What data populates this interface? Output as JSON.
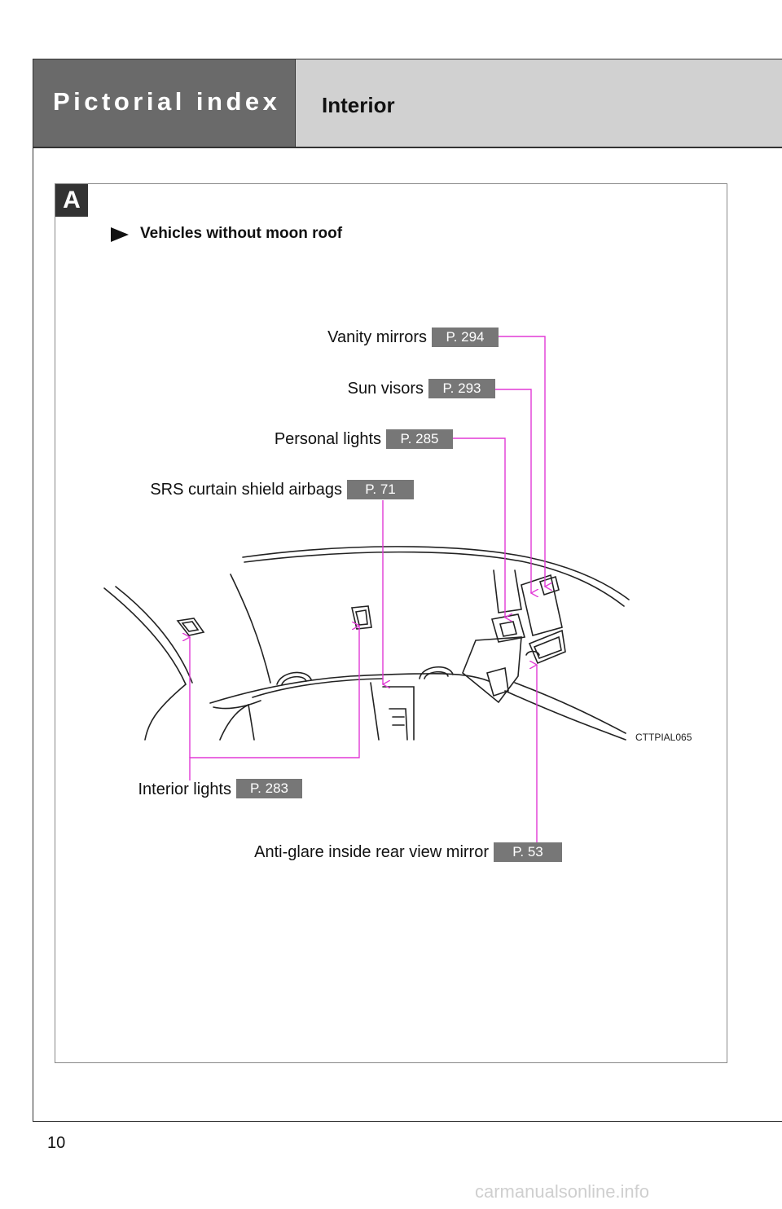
{
  "header": {
    "section": "Pictorial index",
    "subsection": "Interior"
  },
  "panel": {
    "badge": "A",
    "subtitle": "Vehicles without moon roof",
    "image_code": "CTTPIAL065"
  },
  "callouts": [
    {
      "label": "Vanity mirrors",
      "page": "P. 294"
    },
    {
      "label": "Sun visors",
      "page": "P. 293"
    },
    {
      "label": "Personal lights",
      "page": "P. 285"
    },
    {
      "label": "SRS curtain shield airbags",
      "page": "P. 71"
    },
    {
      "label": "Interior lights",
      "page": "P. 283"
    },
    {
      "label": "Anti-glare inside rear view mirror",
      "page": "P. 53"
    }
  ],
  "colors": {
    "leader": "#e23ad6",
    "header_dark": "#6a6a6a",
    "header_light": "#d1d1d1",
    "page_tag": "#777777"
  },
  "footer": {
    "page_number": "10",
    "watermark": "carmanualsonline.info"
  }
}
